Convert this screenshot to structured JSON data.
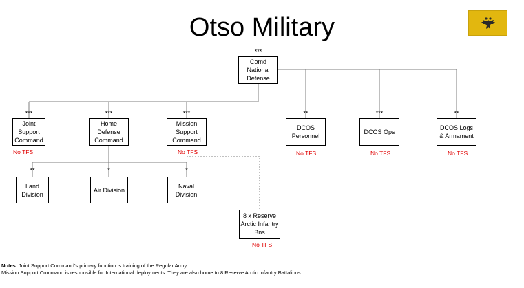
{
  "title": "Otso Military",
  "flag": {
    "color": "#e2b70f",
    "emblem": "double-headed-eagle-icon"
  },
  "nodes": {
    "comd": {
      "rank": "***",
      "label": "Comd National Defense"
    },
    "joint": {
      "rank": "***",
      "label": "Joint Support Command",
      "tfs": "No TFS"
    },
    "home": {
      "rank": "***",
      "label": "Home Defense Command"
    },
    "mission": {
      "rank": "***",
      "label": "Mission Support Command",
      "tfs": "No TFS"
    },
    "dcos_pers": {
      "rank": "**",
      "label": "DCOS Personnel",
      "tfs": "No TFS"
    },
    "dcos_ops": {
      "rank": "***",
      "label": "DCOS Ops",
      "tfs": "No TFS"
    },
    "dcos_logs": {
      "rank": "**",
      "label": "DCOS Logs & Armament",
      "tfs": "No TFS"
    },
    "land": {
      "rank": "**",
      "label": "Land Division"
    },
    "air": {
      "rank": "*",
      "label": "Air Division"
    },
    "naval": {
      "rank": "*",
      "label": "Naval Division"
    },
    "reserve": {
      "label": "8 x Reserve Arctic Infantry Bns",
      "tfs": "No TFS"
    }
  },
  "notes": {
    "heading": "Notes",
    "line1": ": Joint Support Command’s primary function is training of the Regular Army",
    "line2": "Mission Support Command is responsible for International deployments.  They are also home to 8 Reserve Arctic Infantry Battalions."
  },
  "colors": {
    "no_tfs": "#e00000",
    "dashed_line": "#808080",
    "line": "#7f7f7f"
  }
}
